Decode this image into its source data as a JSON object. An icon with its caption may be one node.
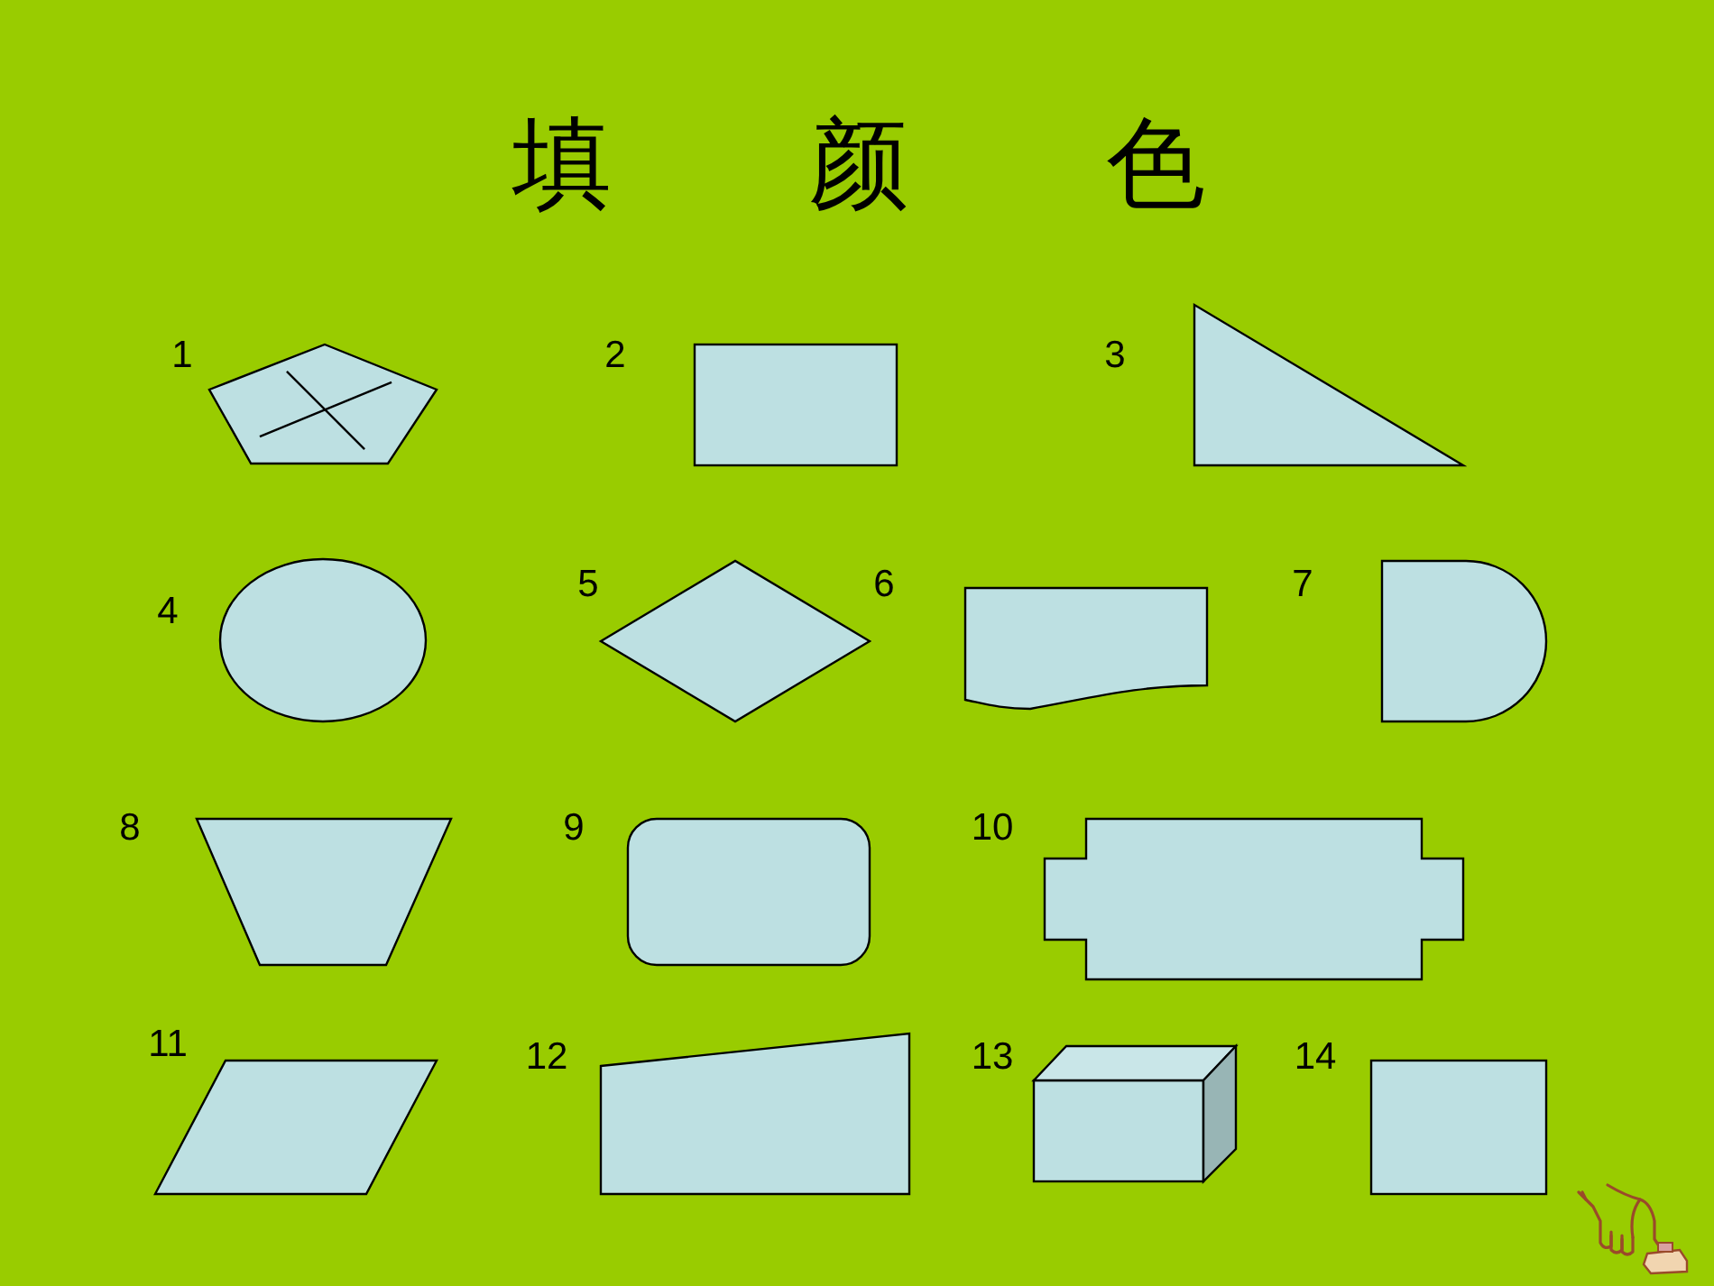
{
  "diagram": {
    "title": "填 颜 色",
    "nodes": [
      {
        "text": [],
        "shape": "pentagon",
        "beside": [
          "1"
        ]
      },
      {
        "text": [],
        "shape": "box",
        "beside": [
          "2"
        ]
      },
      {
        "text": [],
        "shape": "triangle",
        "beside": [
          "3"
        ]
      },
      {
        "text": [],
        "shape": "ellipse",
        "beside": [
          "4"
        ]
      },
      {
        "text": [],
        "shape": "diamond",
        "beside": [
          "5"
        ]
      },
      {
        "text": [],
        "shape": "document"
      },
      {
        "text": [],
        "shape": "delay",
        "beside": [
          "7"
        ]
      },
      {
        "text": [],
        "shape": "trapezoid",
        "beside": [
          "8"
        ]
      },
      {
        "text": [],
        "shape": "roundbox",
        "beside": [
          "9"
        ]
      },
      {
        "text": [],
        "shape": "notched",
        "beside": [
          "10"
        ]
      },
      {
        "text": [],
        "shape": "parallelogram",
        "beside": [
          "11"
        ]
      },
      {
        "text": [],
        "shape": "quadrilateral",
        "beside": [
          "12"
        ]
      },
      {
        "text": [],
        "shape": "cube",
        "beside": [
          "13"
        ]
      },
      {
        "text": [],
        "shape": "box",
        "beside": [
          "14"
        ]
      }
    ],
    "labels": [
      "6"
    ]
  }
}
